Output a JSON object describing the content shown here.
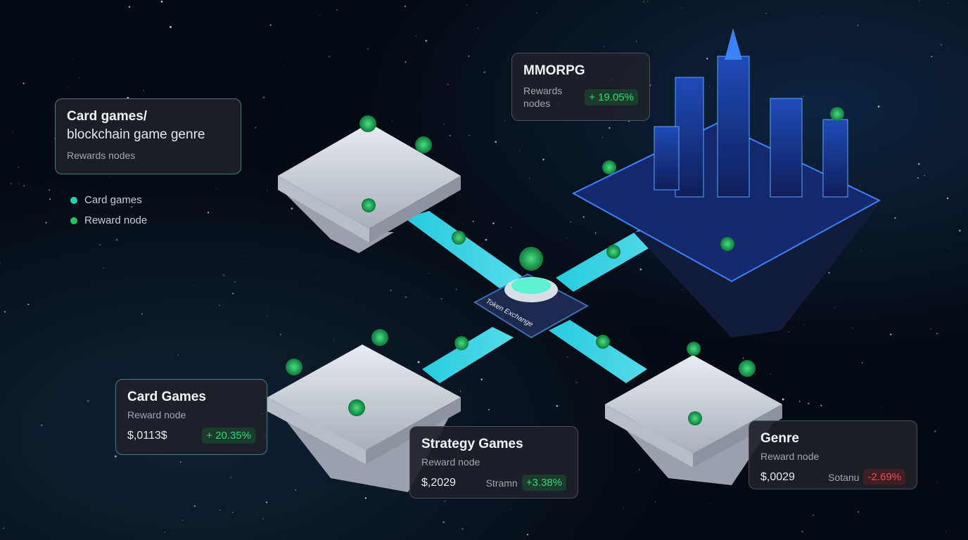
{
  "hub": {
    "label": "Token Exchange"
  },
  "header_card": {
    "title_line1": "Card games/",
    "title_line2": "blockchain game genre",
    "subtitle": "Rewards nodes"
  },
  "legend": {
    "items": [
      {
        "label": "Card games",
        "color": "#1fd3b0"
      },
      {
        "label": "Reward node",
        "color": "#22c55e"
      }
    ]
  },
  "mmorpg": {
    "title": "MMORPG",
    "subtitle_line1": "Rewards",
    "subtitle_line2": "nodes",
    "change": "+ 19.05%"
  },
  "card_games": {
    "title": "Card Games",
    "subtitle": "Reward node",
    "price": "$,0113$",
    "change": "+ 20.35%"
  },
  "strategy": {
    "title": "Strategy Games",
    "subtitle": "Reward node",
    "price": "$,2029",
    "tag": "Stramn",
    "change": "+3.38%"
  },
  "genre": {
    "title": "Genre",
    "subtitle": "Reward node",
    "price": "$,0029",
    "tag": "Sotanu",
    "change": "-2.69%"
  },
  "colors": {
    "accent": "#22d3ee",
    "up": "#2fd67b",
    "down": "#ef4b55"
  }
}
